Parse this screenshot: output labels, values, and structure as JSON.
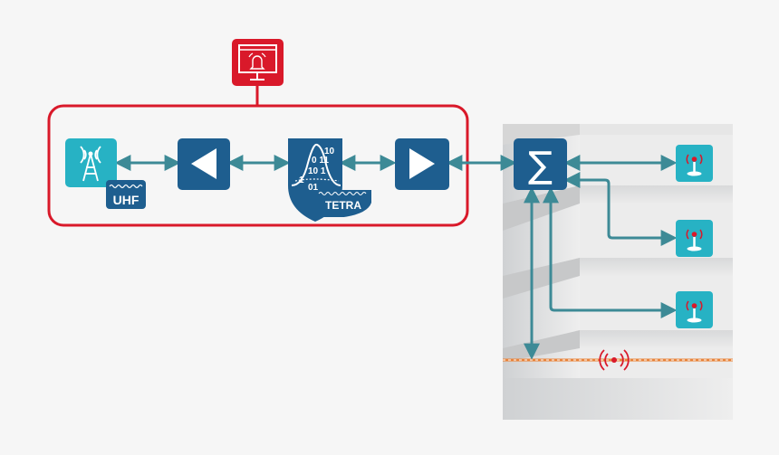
{
  "labels": {
    "uhf": "UHF",
    "tetra": "TETRA",
    "sum_symbol": "∑",
    "binary_lines": [
      "10",
      "0 11",
      "10 1",
      "1",
      "01"
    ]
  },
  "colors": {
    "bg": "#f6f6f6",
    "red": "#d9192a",
    "dark_blue": "#1e5e8f",
    "teal": "#27b2c4",
    "connector": "#3d8a96",
    "building": "#e2e2e2",
    "cable": "#e8833a"
  },
  "icons": {
    "alarm_screen": "alarm-monitor-icon",
    "base_station": "antenna-tower-icon",
    "amplifier_left": "triangle-left-icon",
    "amplifier_right": "triangle-right-icon",
    "tetra_digital": "bell-curve-binary-icon",
    "combiner": "sigma-icon",
    "indoor_antenna": "indoor-antenna-icon",
    "leaky_feeder": "radiating-cable-icon"
  }
}
